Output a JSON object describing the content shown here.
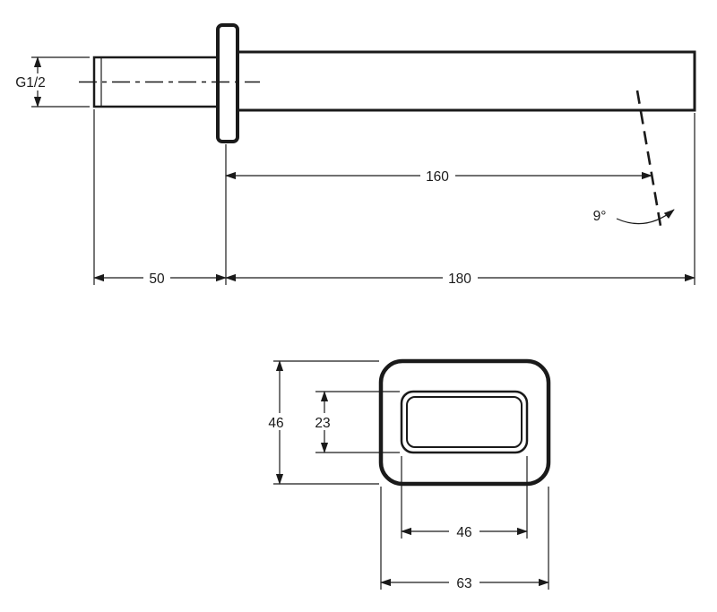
{
  "page": {
    "background": "#ffffff",
    "line_color": "#1a1a1a",
    "type": "technical-dimension-drawing",
    "subject": "wall-mounted rectangular spout, side view and front view"
  },
  "side_view": {
    "thread_label": "G1/2",
    "dim_flange_to_stream": "160",
    "dim_stub_length": "50",
    "dim_spout_length": "180",
    "stream_angle": "9°"
  },
  "front_view": {
    "dim_outer_height": "46",
    "dim_opening_height": "23",
    "dim_opening_width": "46",
    "dim_outer_width": "63"
  }
}
